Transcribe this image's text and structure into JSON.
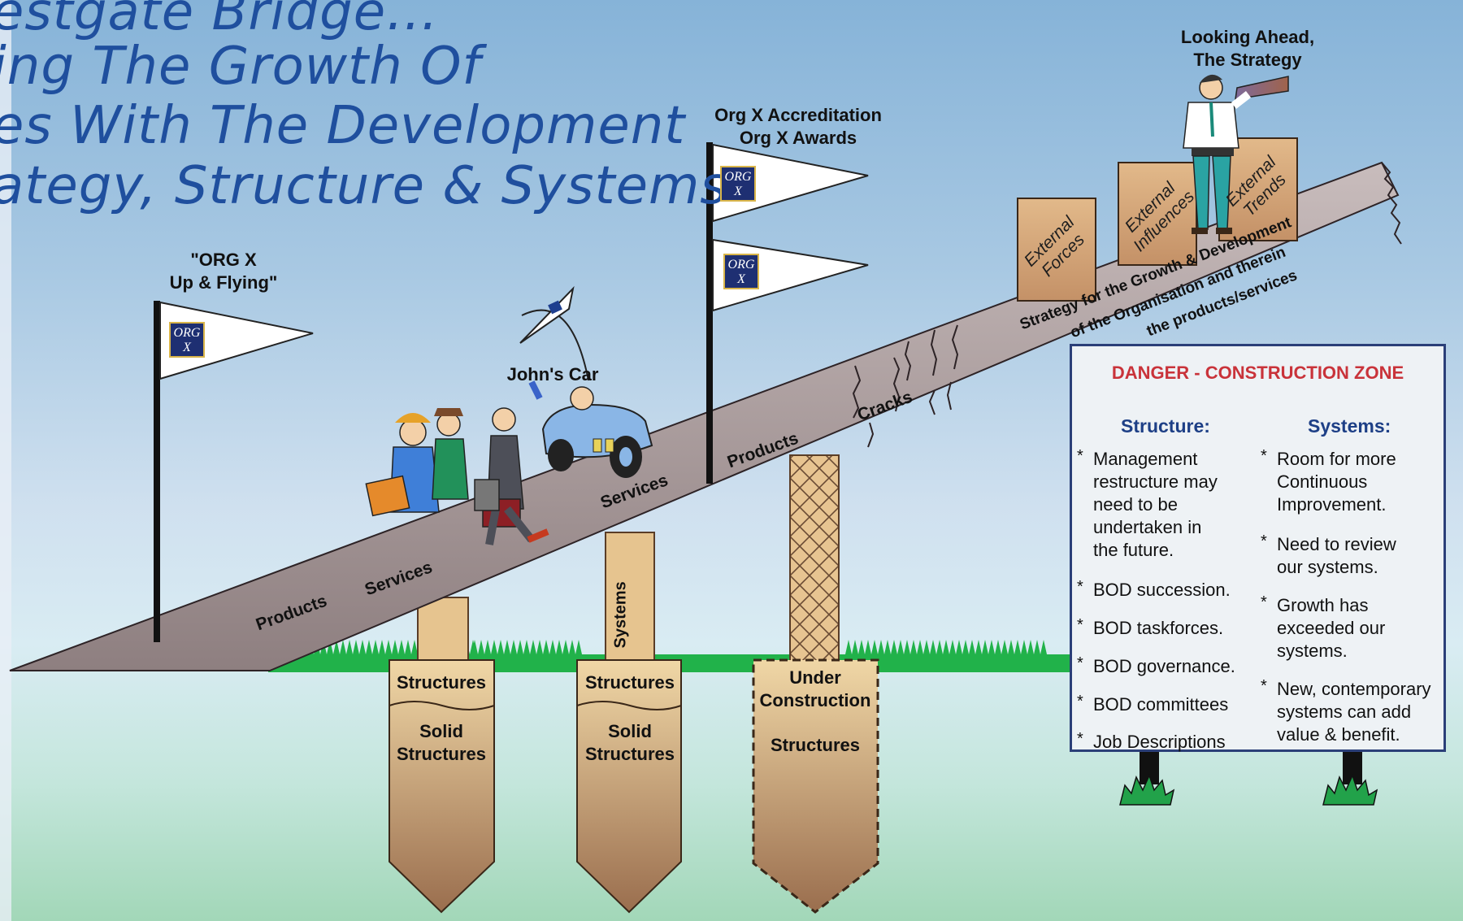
{
  "title": {
    "line1": "estgate Bridge…",
    "line2": "ing The Growth Of",
    "line3": "es With The  Development",
    "line4": "ategy, Structure & Systems"
  },
  "flag_logo": {
    "line1": "ORG",
    "line2": "X"
  },
  "labels": {
    "org_up": "\"ORG X",
    "org_up2": "Up & Flying\"",
    "accreditation": "Org X Accreditation",
    "awards": "Org X Awards",
    "looking1": "Looking Ahead,",
    "looking2": "The Strategy",
    "johns_car": "John's Car",
    "cracks": "Cracks"
  },
  "bridge_words": {
    "products1": "Products",
    "services1": "Services",
    "services2": "Services",
    "products2": "Products",
    "strategy1": "Strategy for the Growth & Development",
    "strategy2": "of the Organisation and therein",
    "strategy3": "the products/services"
  },
  "boxes": {
    "b1": [
      "External",
      "Forces"
    ],
    "b2": [
      "External",
      "Influences"
    ],
    "b3": [
      "External",
      "Trends"
    ]
  },
  "pillars": {
    "p1_top": "Structures",
    "p1_bot1": "Solid",
    "p1_bot2": "Structures",
    "p2_side": "Systems",
    "p2_top": "Structures",
    "p2_bot1": "Solid",
    "p2_bot2": "Structures",
    "p3_top1": "Under",
    "p3_top2": "Construction",
    "p3_bot": "Structures"
  },
  "danger_sign": {
    "title": "DANGER - CONSTRUCTION ZONE",
    "structure_head": "Structure:",
    "systems_head": "Systems:",
    "structure_items": [
      [
        "Management",
        "restructure may",
        "need to be",
        "undertaken in",
        "the future."
      ],
      [
        "BOD succession."
      ],
      [
        "BOD taskforces."
      ],
      [
        "BOD governance."
      ],
      [
        "BOD committees"
      ],
      [
        "Job Descriptions"
      ]
    ],
    "systems_items": [
      [
        "Room for more",
        "Continuous",
        "Improvement."
      ],
      [
        "Need to review",
        "our systems."
      ],
      [
        "Growth has",
        "exceeded our",
        "systems."
      ],
      [
        "New, contemporary",
        "systems can add",
        "value & benefit."
      ]
    ]
  },
  "colors": {
    "title_blue": "#1f4f9e",
    "danger_red": "#c9333a",
    "sign_heading": "#1d3f86",
    "bridge": "#a89a9a",
    "pillar": "#e6c48f",
    "grass": "#21b24a"
  }
}
